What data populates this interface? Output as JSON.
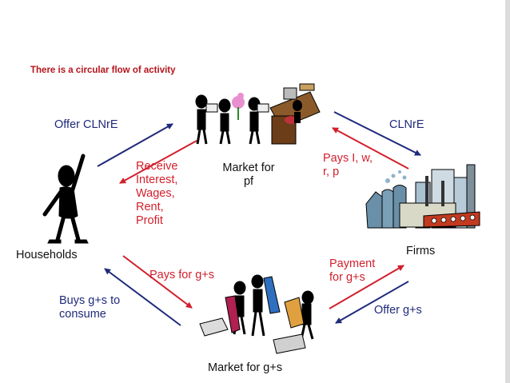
{
  "title": "There is a circular flow of activity",
  "labels": {
    "offer_clnre": "Offer CLNrE",
    "clnre": "CLNrE",
    "receive": "Receive\nInterest,\nWages,\nRent,\nProfit",
    "market_pf": "Market for\npf",
    "pays_iwrp": "Pays I, w,\nr, p",
    "households": "Households",
    "firms": "Firms",
    "pays_gs": "Pays for g+s",
    "payment_gs": "Payment\nfor g+s",
    "buys_gs": "Buys g+s to\nconsume",
    "offer_gs": "Offer g+s",
    "market_gs": "Market for g+s"
  },
  "colors": {
    "title": "#b5141b",
    "goods_flow": "#1f2a7a",
    "money_flow": "#d21f2c",
    "text": "#111111"
  }
}
